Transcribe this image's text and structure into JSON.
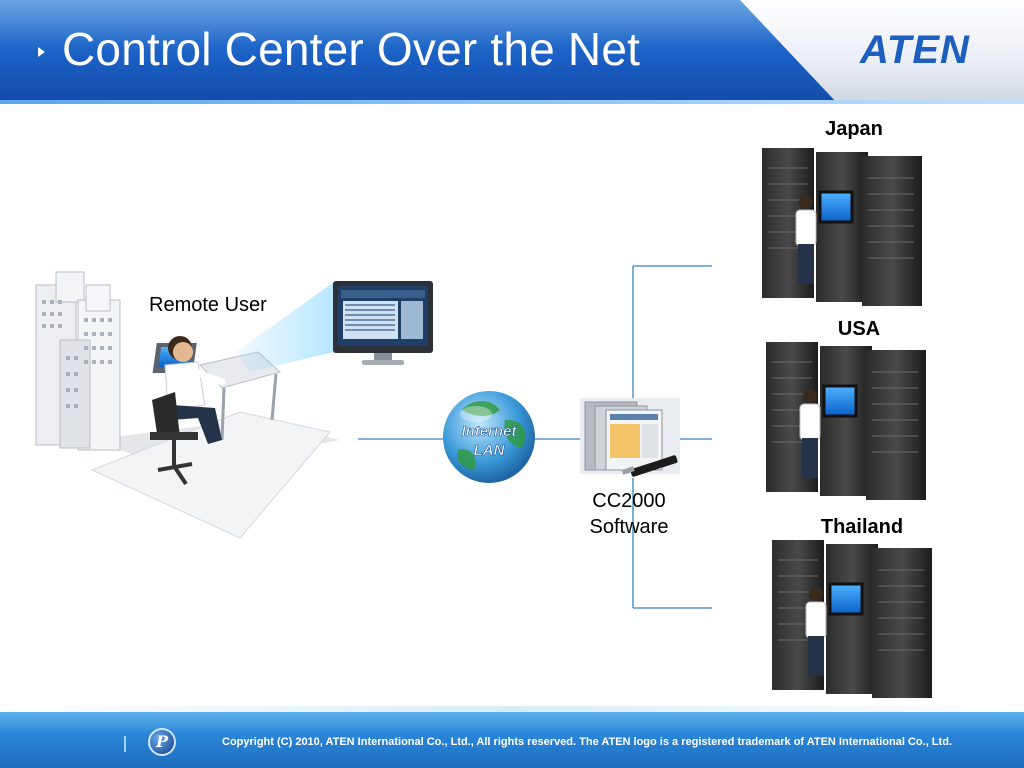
{
  "slide": {
    "title": "Control Center Over the Net",
    "logo": "ATEN",
    "footer_copyright": "Copyright (C) 2010, ATEN International Co., Ltd., All rights reserved. The ATEN logo is a registered trademark of ATEN International Co., Ltd.",
    "footer_icon": "P"
  },
  "diagram": {
    "remote_user_label": "Remote User",
    "network_label_line1": "Internet",
    "network_label_line2": "LAN",
    "software_label_line1": "CC2000",
    "software_label_line2": "Software",
    "sites": [
      "Japan",
      "USA",
      "Thailand"
    ]
  },
  "icons": {
    "title_bullet": "triangle-bullet-icon",
    "office_building": "office-building-icon",
    "remote_user": "person-at-desk-icon",
    "monitor": "monitor-icon",
    "network": "globe-icon",
    "software": "software-box-icon",
    "server_room": "server-rack-icon"
  },
  "colors": {
    "header_blue": "#1a5fc4",
    "connector_blue": "#3b82c8",
    "footer_blue": "#2a86d8"
  }
}
